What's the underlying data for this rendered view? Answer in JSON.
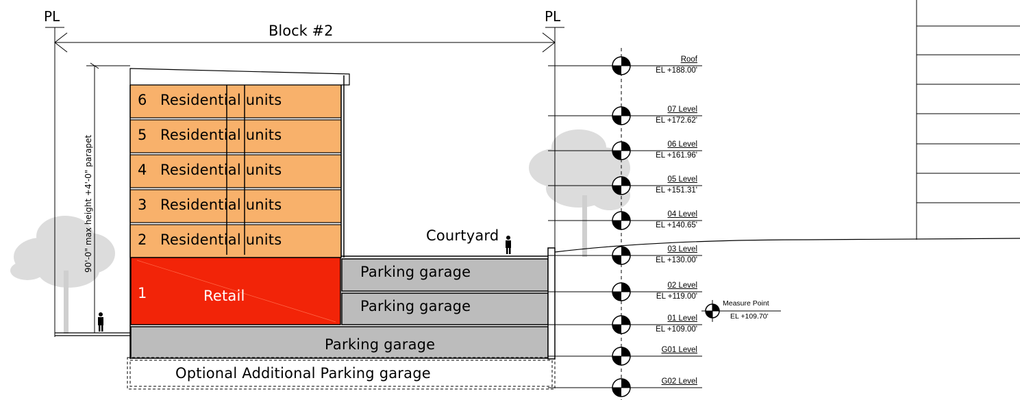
{
  "header": {
    "pl_left": "PL",
    "pl_right": "PL",
    "block": "Block #2"
  },
  "dimension": {
    "height_note": "90'-0\" max height +4'-0\" parapet"
  },
  "floors": [
    {
      "number": "6",
      "label": "Residential units"
    },
    {
      "number": "5",
      "label": "Residential units"
    },
    {
      "number": "4",
      "label": "Residential units"
    },
    {
      "number": "3",
      "label": "Residential units"
    },
    {
      "number": "2",
      "label": "Residential units"
    }
  ],
  "ground": {
    "number": "1",
    "retail": "Retail",
    "parking_upper": "Parking garage",
    "parking_lower": "Parking garage",
    "parking_base": "Parking garage",
    "optional": "Optional Additional Parking garage",
    "courtyard": "Courtyard"
  },
  "levels": [
    {
      "name": "Roof",
      "el": "EL +188.00'"
    },
    {
      "name": "07 Level",
      "el": "EL +172.62'"
    },
    {
      "name": "06 Level",
      "el": "EL +161.96'"
    },
    {
      "name": "05 Level",
      "el": "EL +151.31'"
    },
    {
      "name": "04 Level",
      "el": "EL +140.65'"
    },
    {
      "name": "03 Level",
      "el": "EL +130.00'"
    },
    {
      "name": "02 Level",
      "el": "EL +119.00'"
    },
    {
      "name": "01 Level",
      "el": "EL +109.00'"
    },
    {
      "name": "G01 Level",
      "el": ""
    },
    {
      "name": "G02 Level",
      "el": ""
    }
  ],
  "measure_point": {
    "name": "Measure Point",
    "el": "EL +109.70'"
  },
  "colors": {
    "residential": "#f8b16b",
    "retail": "#f22408",
    "parking": "#bcbcbc",
    "tree": "#d9d9d9",
    "line": "#000000"
  }
}
